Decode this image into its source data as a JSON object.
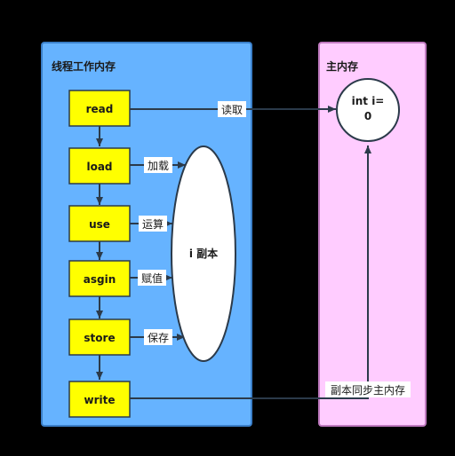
{
  "colors": {
    "background": "#000000",
    "thread_panel": "#66b3ff",
    "main_memory_panel": "#ffccff",
    "step_box": "#ffff00",
    "copy_ellipse": "#ffffff",
    "line": "#2b3a4a"
  },
  "thread_memory": {
    "title": "线程工作内存",
    "steps": [
      "read",
      "load",
      "use",
      "asgin",
      "store",
      "write"
    ],
    "copy_label": "i 副本",
    "arrow_labels": [
      "加载",
      "运算",
      "赋值",
      "保存"
    ]
  },
  "main_memory": {
    "title": "主内存",
    "variable_line1": "int i=",
    "variable_line2": "0"
  },
  "flow_labels": {
    "read": "读取",
    "sync": "副本同步主内存"
  }
}
